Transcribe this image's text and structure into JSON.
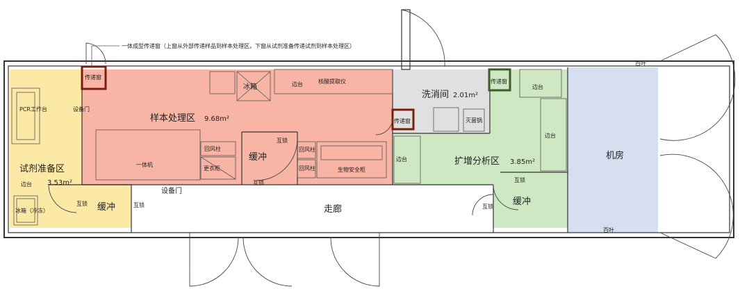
{
  "colors": {
    "prep_zone": "#fde9a6",
    "sample_zone": "#f8b4a4",
    "wash_zone": "#e0e0e0",
    "amp_zone": "#cfe8c4",
    "machine_zone": "#d6dff0",
    "pass_window_green": "#3a5d2a",
    "pass_window_red": "#7a1f10"
  },
  "callout": {
    "text": "一体成型传递窗（上窗从外部传递样品到样本处理区，下窗从试剂准备传递试剂到样本处理区）"
  },
  "rooms": {
    "reagent_prep": {
      "name": "试剂准备区",
      "area": "3.53m²"
    },
    "sample_processing": {
      "name": "样本处理区",
      "area": "9.68m²"
    },
    "washroom": {
      "name": "洗消间",
      "area": "2.01m²"
    },
    "amplification": {
      "name": "扩增分析区",
      "area": "3.85m²"
    },
    "machine_room": {
      "name": "机房"
    },
    "corridor": {
      "name": "走廊"
    }
  },
  "labels": {
    "pass_window": "传递窗",
    "freezer": "冰箱",
    "bench": "边台",
    "extractor": "核酸提取仪",
    "integrated_machine": "一体机",
    "return_air": "回风柱",
    "change_cabinet": "更衣柜",
    "buffer": "缓冲",
    "interlock": "互锁",
    "equipment_door": "设备门",
    "biosafety_cabinet": "生物安全柜",
    "pcr_bench": "PCR工作台",
    "fridge_freezer": "冰箱（冷冻）",
    "autoclave": "灭菌锅",
    "louver": "百叶"
  }
}
